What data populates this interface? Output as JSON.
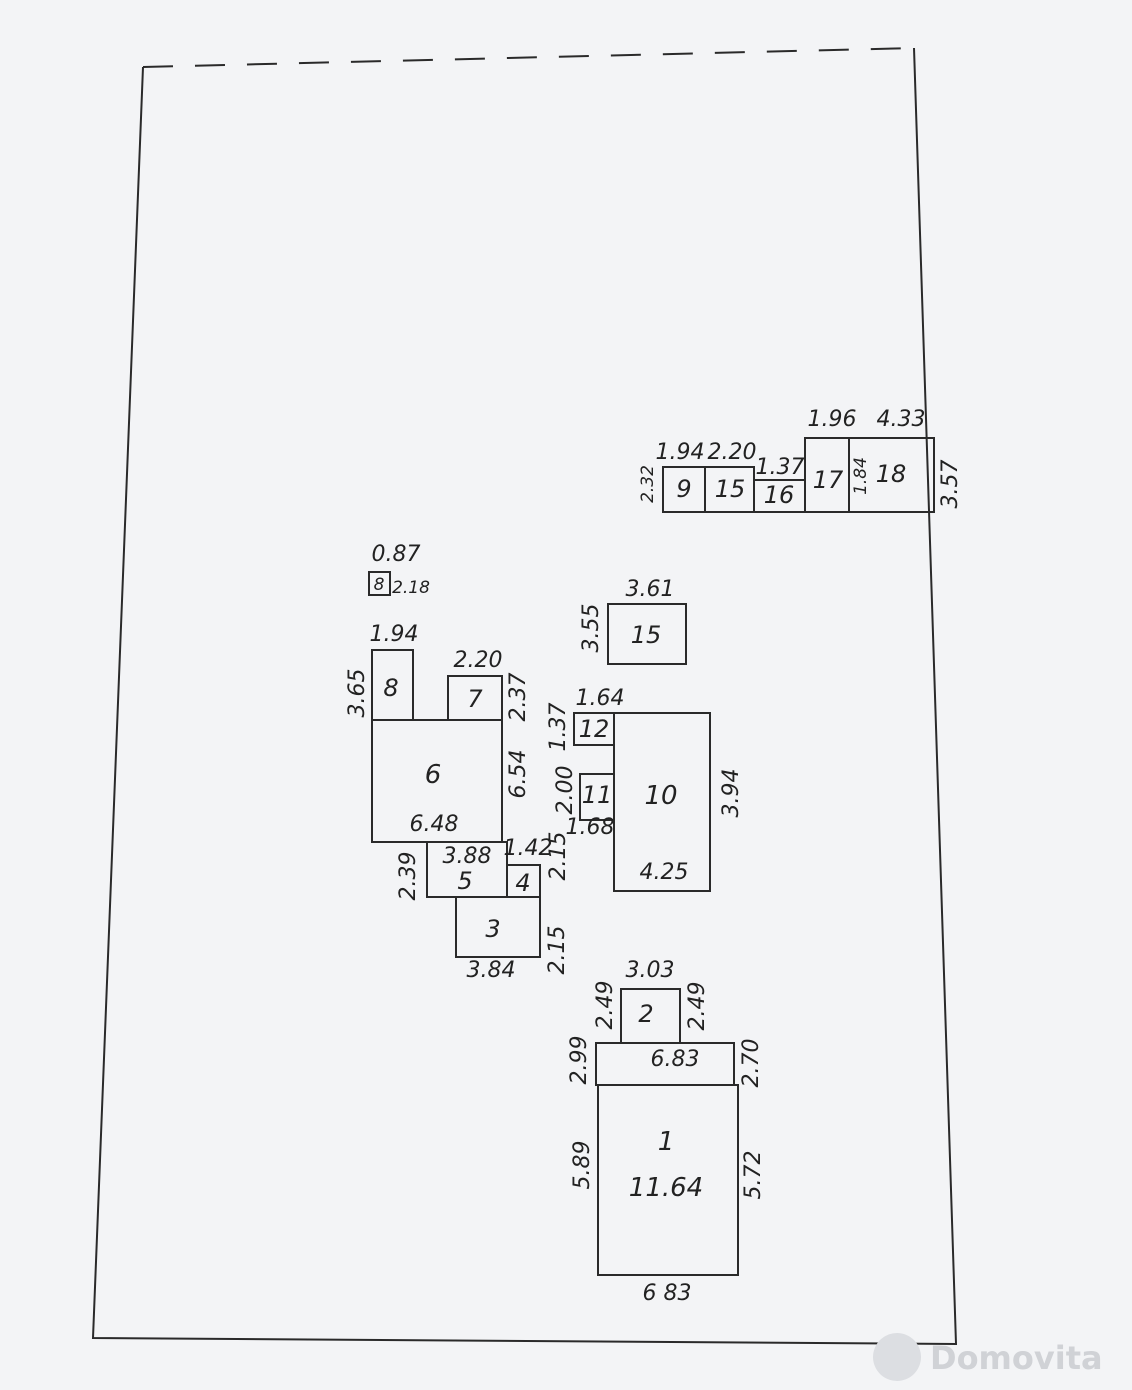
{
  "plan": {
    "r1": {
      "label": "1",
      "area": "11.64",
      "bottom": "6 83",
      "left": "5.89",
      "right": "5.72"
    },
    "r1_top": {
      "width": "6.83",
      "left": "2.99",
      "right": "2.70"
    },
    "r2": {
      "label": "2",
      "top": "3.03",
      "left": "2.49",
      "right": "2.49"
    },
    "r3": {
      "label": "3",
      "bottom": "3.84",
      "right": "2.15"
    },
    "r4": {
      "label": "4",
      "top": "1.42",
      "right": "2.15"
    },
    "r5": {
      "label": "5",
      "top": "3.88",
      "left": "2.39"
    },
    "r6": {
      "label": "6",
      "bottom": "6.48",
      "right": "6.54"
    },
    "r7": {
      "label": "7",
      "top": "2.20",
      "right": "2.37"
    },
    "r8": {
      "label": "8",
      "top": "1.94",
      "left": "3.65"
    },
    "r8small": {
      "label": "8",
      "top": "0.87",
      "right": "2.18"
    },
    "r10": {
      "label": "10",
      "bottom": "4.25",
      "right": "3.94"
    },
    "r11": {
      "label": "11",
      "left": "2.00",
      "bottom": "1.68"
    },
    "r12": {
      "label": "12",
      "top": "1.64",
      "left": "1.37"
    },
    "r15mid": {
      "label": "15",
      "top": "3.61",
      "left": "3.55"
    },
    "r9": {
      "label": "9",
      "top": "1.94",
      "left": "2.32"
    },
    "r15top": {
      "label": "15",
      "top": "2.20"
    },
    "r16": {
      "label": "16",
      "top": "1.37"
    },
    "r17": {
      "label": "17",
      "top": "1.96"
    },
    "r18": {
      "label": "18",
      "top": "4.33",
      "inner": "1.84",
      "right": "3.57"
    }
  },
  "watermark": "Domovita"
}
